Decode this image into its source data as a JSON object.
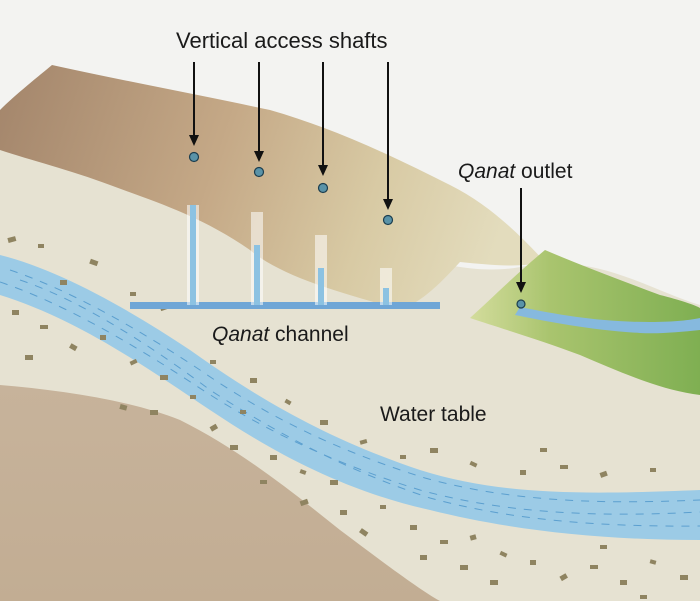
{
  "labels": {
    "shafts": "Vertical access shafts",
    "outlet_em": "Qanat",
    "outlet_rest": " outlet",
    "channel_em": "Qanat",
    "channel_rest": " channel",
    "water_table": "Water table"
  },
  "colors": {
    "background": "#f4f4f2",
    "hill_top": "#a88a6e",
    "hill_mid": "#c8b08e",
    "hill_light": "#dcd3b2",
    "sediment": "#e6e2d2",
    "aquifer": "#9ccbe6",
    "aquifer_line": "#5b9fcf",
    "bedrock": "#c9b59d",
    "grass": "#8cb55a",
    "grass_light": "#c8d98e",
    "pebble": "#8f8461",
    "shaft_water": "#8cc2e2",
    "marker": "#5a93a8"
  }
}
